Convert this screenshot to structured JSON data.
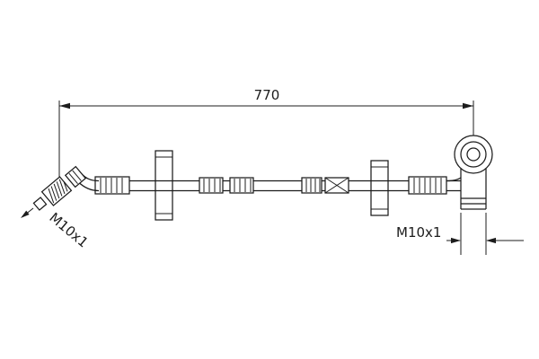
{
  "diagram": {
    "overall_length_label": "770",
    "left_fitting": {
      "thread_label": "M10x1"
    },
    "right_fitting": {
      "thread_label": "M10x1"
    }
  },
  "colors": {
    "line": "#1c1c1c",
    "background": "#ffffff"
  }
}
